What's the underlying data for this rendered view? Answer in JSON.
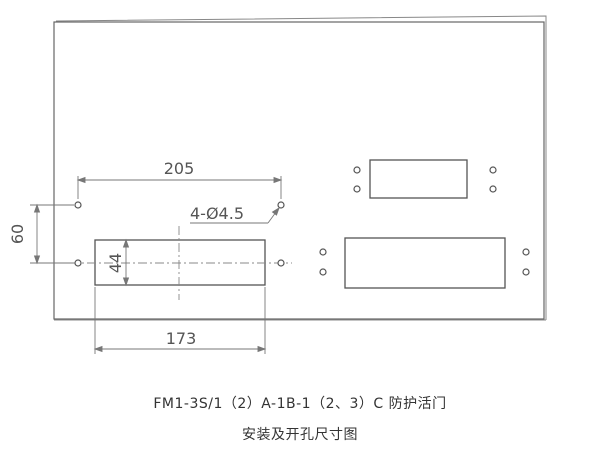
{
  "dimensions": {
    "hole_spacing_horizontal": "205",
    "hole_spacing_vertical": "60",
    "hole_callout": "4-Ø4.5",
    "cutout_width": "173",
    "cutout_height": "44"
  },
  "caption": {
    "line1": "FM1-3S/1（2）A-1B-1（2、3）C 防护活门",
    "line2": "安装及开孔尺寸图"
  },
  "colors": {
    "line": "#666666",
    "panel_fill": "#ffffff",
    "text": "#555555"
  }
}
